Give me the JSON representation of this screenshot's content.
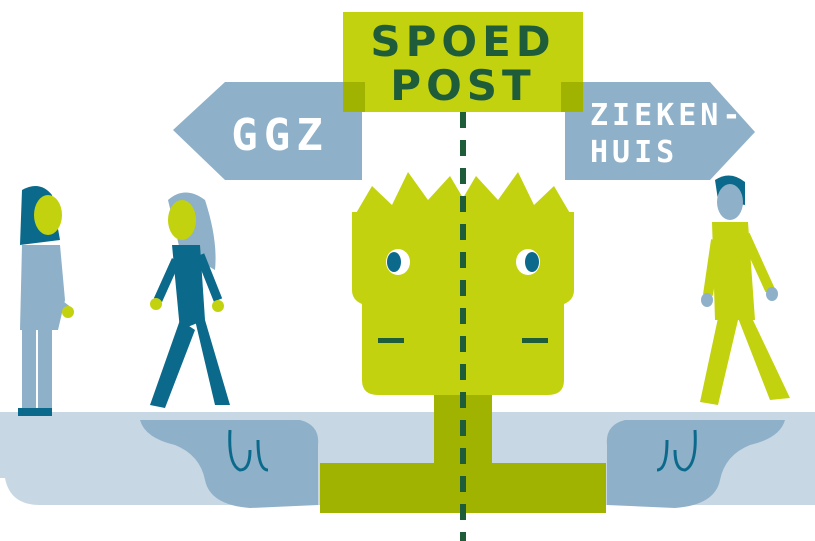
{
  "signs": {
    "center_line1": "SPOED",
    "center_line2": "POST",
    "left": "GGZ",
    "right_line1": "ZIEKEN-",
    "right_line2": "HUIS"
  },
  "colors": {
    "lime": "#c3d20f",
    "lime_dark": "#9fb300",
    "blue_grey": "#8eb0c8",
    "pale_blue": "#c7d7e3",
    "teal": "#0b6a8c",
    "dark_green": "#1f5c3a",
    "white": "#ffffff"
  }
}
